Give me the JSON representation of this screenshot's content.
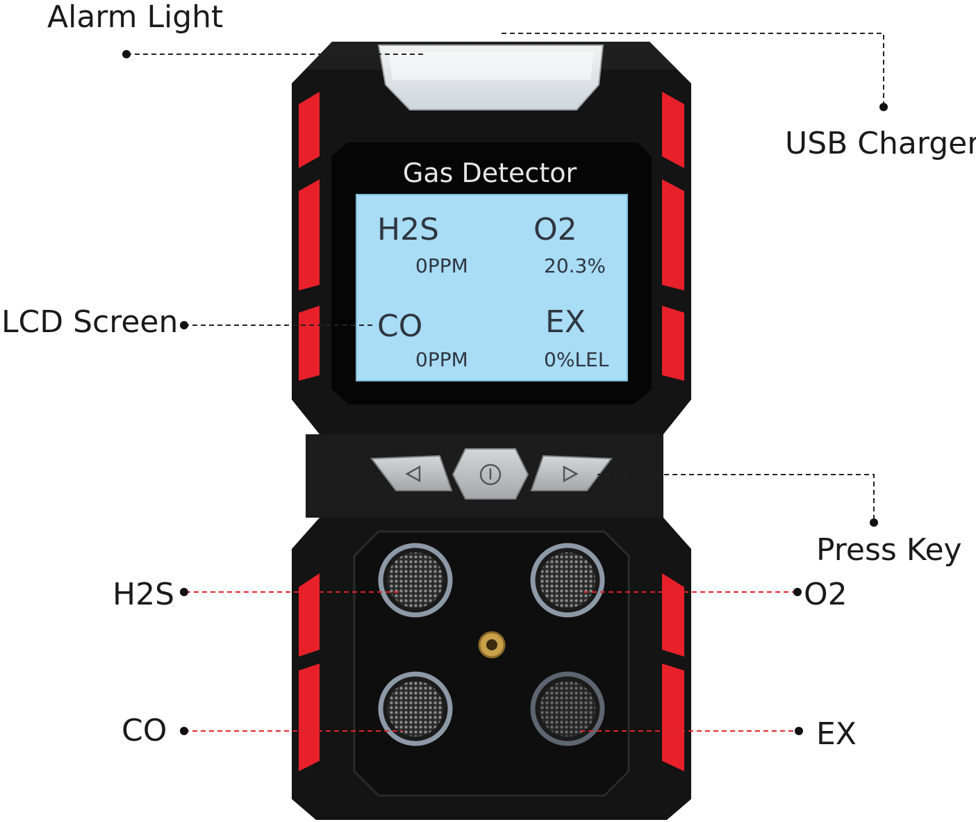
{
  "labels": {
    "alarm_light": "Alarm Light",
    "usb_charger": "USB Charger",
    "lcd_screen": "LCD Screen",
    "press_key": "Press Key",
    "h2s_sensor": "H2S",
    "o2_sensor": "O2",
    "co_sensor": "CO",
    "ex_sensor": "EX"
  },
  "screen": {
    "title": "Gas Detector",
    "readings": [
      {
        "gas": "H2S",
        "value": "0PPM"
      },
      {
        "gas": "O2",
        "value": "20.3%"
      },
      {
        "gas": "CO",
        "value": "0PPM"
      },
      {
        "gas": "EX",
        "value": "0%LEL"
      }
    ]
  },
  "colors": {
    "body": "#141414",
    "bumper": "#e8202a",
    "lcd": "#a9dcf5",
    "key": "#b8babd",
    "leader_black": "#222222",
    "leader_red": "#e0242c"
  },
  "icons": [
    "left-arrow-icon",
    "power-icon",
    "right-arrow-icon"
  ]
}
